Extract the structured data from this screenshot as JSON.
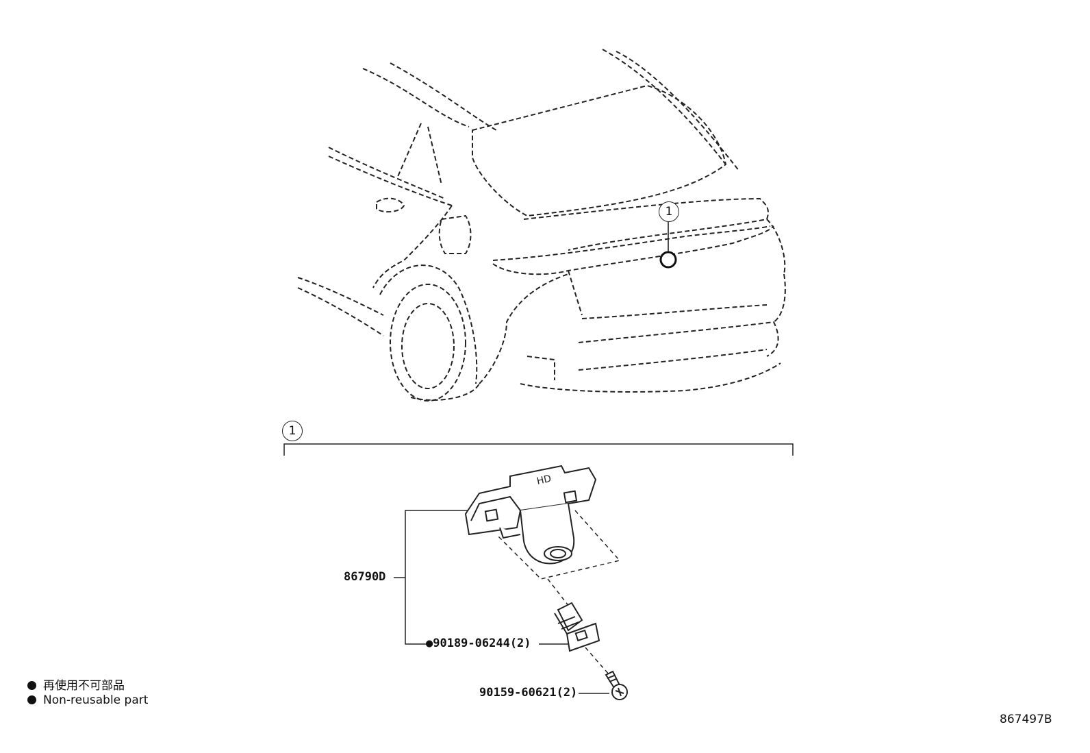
{
  "callouts": {
    "ref_number": "1"
  },
  "parts": {
    "camera_assembly": "86790D",
    "clip": "●90189-06244(2)",
    "screw": "90159-60621(2)"
  },
  "legend": {
    "jp": "再使用不可部品",
    "en": "Non-reusable part"
  },
  "drawing_id": "867497B"
}
